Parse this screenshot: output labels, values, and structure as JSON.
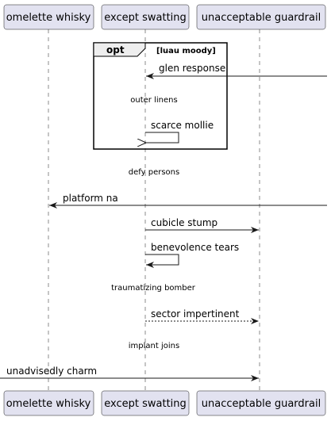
{
  "participants": [
    {
      "id": "omelette",
      "label": "omelette whisky"
    },
    {
      "id": "except",
      "label": "except swatting"
    },
    {
      "id": "unacceptable",
      "label": "unacceptable guardrail"
    }
  ],
  "fragment": {
    "operator": "opt",
    "guard": "[luau moody]"
  },
  "messages": [
    {
      "id": "glen-response",
      "label": "glen response",
      "from": "right-edge",
      "to": "except",
      "style": "solid"
    },
    {
      "id": "scarce-mollie",
      "label": "scarce mollie",
      "from": "except",
      "to": "except",
      "style": "self-open"
    },
    {
      "id": "platform-na",
      "label": "platform na",
      "from": "right-edge",
      "to": "omelette",
      "style": "solid"
    },
    {
      "id": "cubicle-stump",
      "label": "cubicle stump",
      "from": "except",
      "to": "unacceptable",
      "style": "solid"
    },
    {
      "id": "benevolence-tears",
      "label": "benevolence tears",
      "from": "except",
      "to": "except",
      "style": "self"
    },
    {
      "id": "sector-impertinent",
      "label": "sector impertinent",
      "from": "except",
      "to": "unacceptable",
      "style": "dashed"
    },
    {
      "id": "unadvisedly-charm",
      "label": "unadvisedly charm",
      "from": "left-edge",
      "to": "unacceptable",
      "style": "solid"
    }
  ],
  "delays": [
    {
      "id": "outer-linens",
      "label": "outer linens"
    },
    {
      "id": "defy-persons",
      "label": "defy persons"
    },
    {
      "id": "traumatizing-bomber",
      "label": "traumatizing bomber"
    },
    {
      "id": "implant-joins",
      "label": "implant joins"
    }
  ],
  "colors": {
    "participant_fill": "#E2E2F0",
    "participant_border": "#181818",
    "lifeline": "#181818",
    "fragment_header": "#EEEEEE"
  }
}
